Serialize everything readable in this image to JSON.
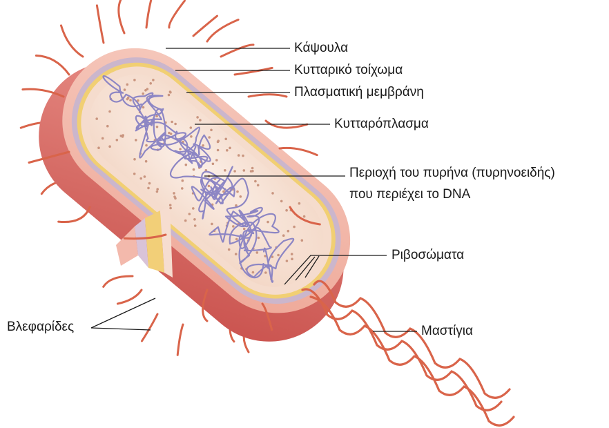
{
  "labels": {
    "capsule": "Κάψουλα",
    "cell_wall": "Κυτταρικό τοίχωμα",
    "plasma_membrane": "Πλασματική μεμβράνη",
    "cytoplasm": "Κυτταρόπλασμα",
    "nucleoid_line1": "Περιοχή του πυρήνα (πυρηνοειδής)",
    "nucleoid_line2": "που περιέχει το DNA",
    "ribosomes": "Ριβοσώματα",
    "pili": "Βλεφαρίδες",
    "flagella": "Μαστίγια"
  },
  "colors": {
    "capsule": "#f0b6a8",
    "cell_wall": "#c9b3c9",
    "membrane": "#f2d27a",
    "cytoplasm": "#f7e3d6",
    "body_side": "#d96d68",
    "pili": "#d9644a",
    "dna": "#8d86c4",
    "ribosome": "#c9957f",
    "leader_line": "#1a1a1a"
  }
}
